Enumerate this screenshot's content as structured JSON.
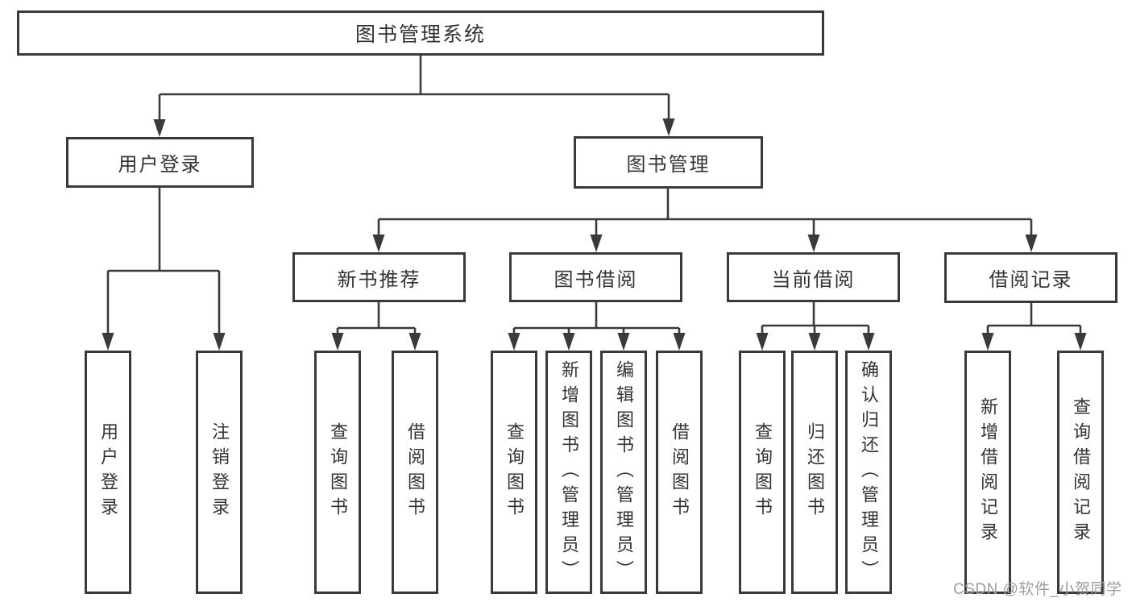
{
  "tree": {
    "label": "图书管理系统",
    "children": [
      {
        "label": "用户登录",
        "children": [
          {
            "label": "用户登录"
          },
          {
            "label": "注销登录"
          }
        ]
      },
      {
        "label": "图书管理",
        "children": [
          {
            "label": "新书推荐",
            "children": [
              {
                "label": "查询图书"
              },
              {
                "label": "借阅图书"
              }
            ]
          },
          {
            "label": "图书借阅",
            "children": [
              {
                "label": "查询图书"
              },
              {
                "label": "新增图书（管理员）"
              },
              {
                "label": "编辑图书（管理员）"
              },
              {
                "label": "借阅图书"
              }
            ]
          },
          {
            "label": "当前借阅",
            "children": [
              {
                "label": "查询图书"
              },
              {
                "label": "归还图书"
              },
              {
                "label": "确认归还（管理员）"
              }
            ]
          },
          {
            "label": "借阅记录",
            "children": [
              {
                "label": "新增借阅记录"
              },
              {
                "label": "查询借阅记录"
              }
            ]
          }
        ]
      }
    ]
  },
  "watermark": {
    "text": "CSDN @软件_小贺同学"
  },
  "colors": {
    "line": "#3a3a3a",
    "text": "#333333",
    "watermark": "#9d9d9d",
    "background": "#ffffff"
  }
}
